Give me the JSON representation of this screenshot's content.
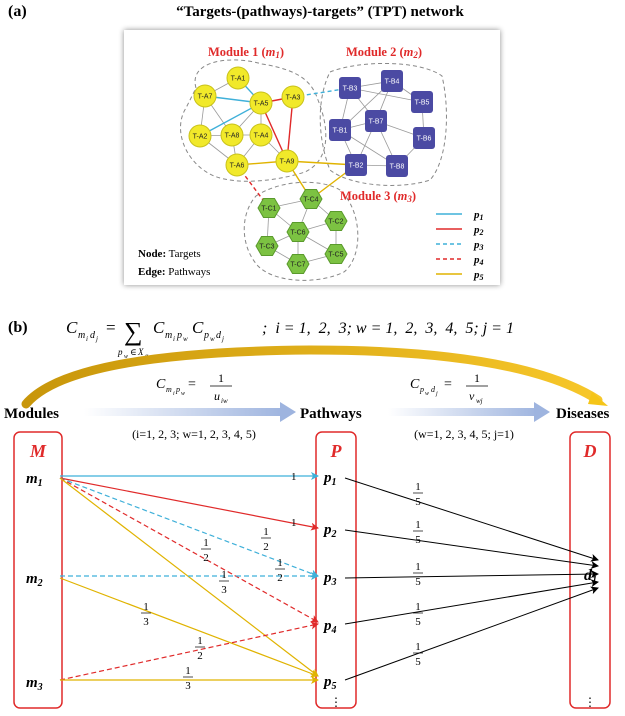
{
  "panel_a": {
    "label": "(a)",
    "title": "“Targets-(pathways)-targets” (TPT) network",
    "modules": [
      {
        "name": "Module 1 (",
        "sym": "m",
        "sub": "1",
        "close": ")"
      },
      {
        "name": "Module 2 (",
        "sym": "m",
        "sub": "2",
        "close": ")"
      },
      {
        "name": "Module 3 (",
        "sym": "m",
        "sub": "3",
        "close": ")"
      }
    ],
    "note_node": {
      "key": "Node:",
      "value": " Targets"
    },
    "note_edge": {
      "key": "Edge:",
      "value": " Pathways"
    },
    "legend": [
      {
        "sym": "p",
        "sub": "1",
        "color": "#3fb0d9",
        "dash": false
      },
      {
        "sym": "p",
        "sub": "2",
        "color": "#e02a2a",
        "dash": false
      },
      {
        "sym": "p",
        "sub": "3",
        "color": "#3fb0d9",
        "dash": true
      },
      {
        "sym": "p",
        "sub": "4",
        "color": "#e02a2a",
        "dash": true
      },
      {
        "sym": "p",
        "sub": "5",
        "color": "#e0b300",
        "dash": false
      }
    ],
    "nodes_a": [
      "T-A1",
      "T-A2",
      "T-A3",
      "T-A4",
      "T-A5",
      "T-A6",
      "T-A7",
      "T-A8",
      "T-A9"
    ],
    "nodes_b": [
      "T-B1",
      "T-B2",
      "T-B3",
      "T-B4",
      "T-B5",
      "T-B6",
      "T-B7",
      "T-B8"
    ],
    "nodes_c": [
      "T-C1",
      "T-C2",
      "T-C3",
      "T-C4",
      "T-C5",
      "T-C6",
      "T-C7"
    ],
    "colors": {
      "yellow_node": "#f1e92a",
      "blue_node": "#4b4aa3",
      "green_node": "#7cc242",
      "module_title": "#e02a2a"
    }
  },
  "panel_b": {
    "label": "(b)",
    "formula_right": ";  i = 1,  2,  3; w = 1,  2,  3,  4,  5; j = 1",
    "label_modules": "Modules",
    "label_pathways": "Pathways",
    "label_diseases": "Diseases",
    "formula1_note": "(i=1, 2, 3; w=1, 2, 3, 4, 5)",
    "formula2_note": "(w=1, 2, 3, 4, 5; j=1)",
    "col_M": "M",
    "col_P": "P",
    "col_D": "D",
    "m_items": [
      "m",
      "m",
      "m"
    ],
    "m_subs": [
      "1",
      "2",
      "3"
    ],
    "p_items": [
      "p",
      "p",
      "p",
      "p",
      "p"
    ],
    "p_subs": [
      "1",
      "2",
      "3",
      "4",
      "5"
    ],
    "d_item": "d",
    "d_sub": "1",
    "ellipsis": "⋮",
    "weights": {
      "one": "1",
      "half_num": "1",
      "half_den": "2",
      "third_num": "1",
      "third_den": "3",
      "fifth_num": "1",
      "fifth_den": "5"
    },
    "colors": {
      "box": "#e02a2a",
      "letter": "#e02a2a",
      "arc_dark": "#c8960a",
      "arc_light": "#f5c518",
      "arrow_blue": "#a9bce0"
    }
  }
}
